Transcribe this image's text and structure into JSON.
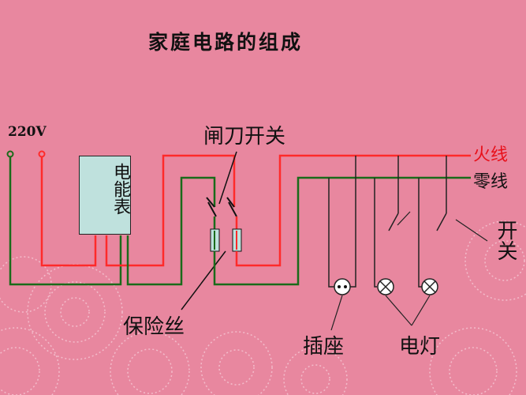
{
  "title": "家庭电路的组成",
  "labels": {
    "voltage": "220V",
    "meter": "电能表",
    "knife_switch": "闸刀开关",
    "live_wire": "火线",
    "neutral_wire": "零线",
    "switch": "开关",
    "fuse": "保险丝",
    "socket": "插座",
    "lamp": "电灯"
  },
  "colors": {
    "background": "#e8879f",
    "live_wire": "#ff2a2a",
    "neutral_wire": "#1a6b1a",
    "branch_wire": "#222222",
    "meter_fill": "#bfe1dd",
    "live_label": "#e8101a"
  }
}
